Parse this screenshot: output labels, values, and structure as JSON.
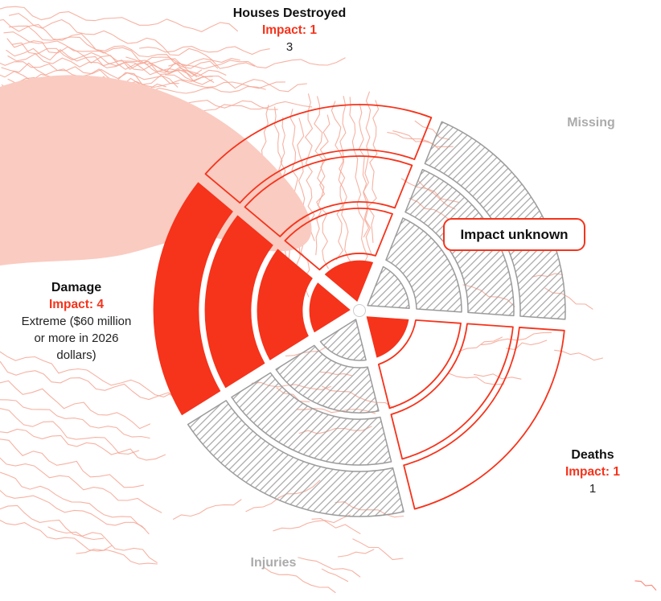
{
  "colors": {
    "accent_red": "#F6331B",
    "muted_gray": "#ABABAB",
    "hatch_gray": "#9B9B9B",
    "topo_line_pink": "#F5A493",
    "topo_blob_pink": "#FACBC1"
  },
  "labels": {
    "houses_destroyed": {
      "title": "Houses Destroyed",
      "impact": "Impact: 1",
      "value": "3"
    },
    "missing": {
      "title": "Missing"
    },
    "impact_unknown": {
      "label": "Impact unknown"
    },
    "deaths": {
      "title": "Deaths",
      "impact": "Impact: 1",
      "value": "1"
    },
    "injuries": {
      "title": "Injuries"
    },
    "damage": {
      "title": "Damage",
      "impact": "Impact: 4",
      "value": "Extreme ($60 million or more in 2026 dollars)"
    }
  },
  "chart_data": {
    "type": "radial-impact-fan",
    "rings": 4,
    "ring_scale": [
      1,
      2,
      3,
      4
    ],
    "legend_note": "filled rings = impact level, outlined rings = remaining scale, hatched = impact unknown",
    "unknown_label": "Impact unknown",
    "sectors": [
      {
        "name": "Houses Destroyed",
        "slug": "houses-destroyed",
        "center_angle_deg": -14,
        "impact": 1,
        "value": "3"
      },
      {
        "name": "Missing",
        "slug": "missing",
        "center_angle_deg": 58,
        "impact": null,
        "value": null
      },
      {
        "name": "Deaths",
        "slug": "deaths",
        "center_angle_deg": 130,
        "impact": 1,
        "value": "1"
      },
      {
        "name": "Injuries",
        "slug": "injuries",
        "center_angle_deg": 202,
        "impact": null,
        "value": null
      },
      {
        "name": "Damage",
        "slug": "damage",
        "center_angle_deg": 274,
        "impact": 4,
        "value": "Extreme ($60 million or more in 2026 dollars)"
      }
    ]
  }
}
